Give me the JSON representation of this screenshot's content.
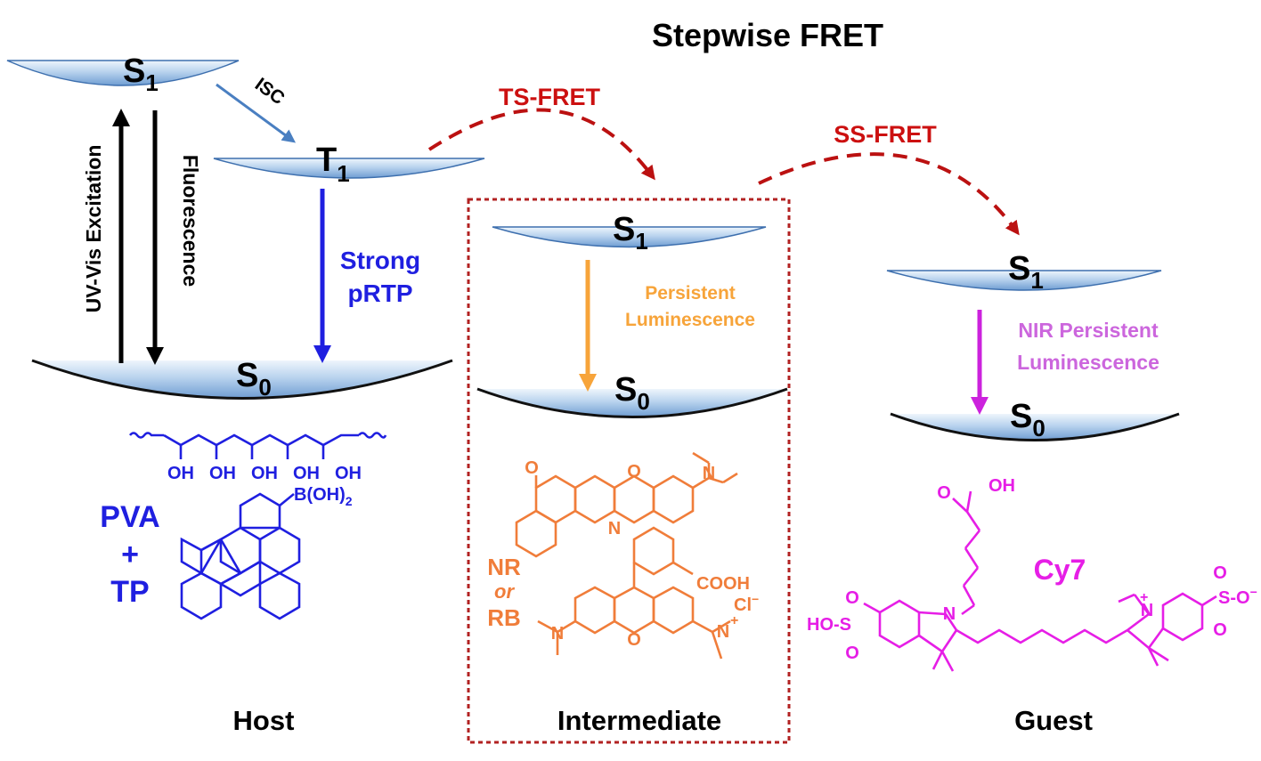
{
  "title": "Stepwise FRET",
  "colors": {
    "host_blue": "#1f1fe0",
    "intermediate_orange": "#f07d3a",
    "guest_magenta": "#e61ee6",
    "fret_red": "#cc1010",
    "box_red": "#b22222"
  },
  "levels": {
    "s1": "S",
    "s1_sub": "1",
    "t1": "T",
    "t1_sub": "1",
    "s0": "S",
    "s0_sub": "0"
  },
  "host": {
    "excitation": "UV-Vis Excitation",
    "fluorescence": "Fluorescence",
    "isc": "ISC",
    "prtp_line1": "Strong",
    "prtp_line2": "pRTP",
    "pva_oh": "OH",
    "pva": "PVA",
    "plus": "+",
    "tp": "TP",
    "boronic": "B(OH)",
    "boronic_sub": "2",
    "label": "Host"
  },
  "transfers": {
    "ts_fret": "TS-FRET",
    "ss_fret": "SS-FRET"
  },
  "intermediate": {
    "emission_line1": "Persistent",
    "emission_line2": "Luminescence",
    "nr": "NR",
    "or": "or",
    "rb": "RB",
    "o": "O",
    "n": "N",
    "cooh": "COOH",
    "cl": "Cl",
    "cl_charge": "−",
    "plus": "+",
    "label": "Intermediate"
  },
  "guest": {
    "emission_line1": "NIR Persistent",
    "emission_line2": "Luminescence",
    "oh": "OH",
    "o": "O",
    "n": "N",
    "plus": "+",
    "ho_s": "HO-S",
    "s_o": "S-O",
    "minus": "−",
    "cy7": "Cy7",
    "label": "Guest"
  }
}
